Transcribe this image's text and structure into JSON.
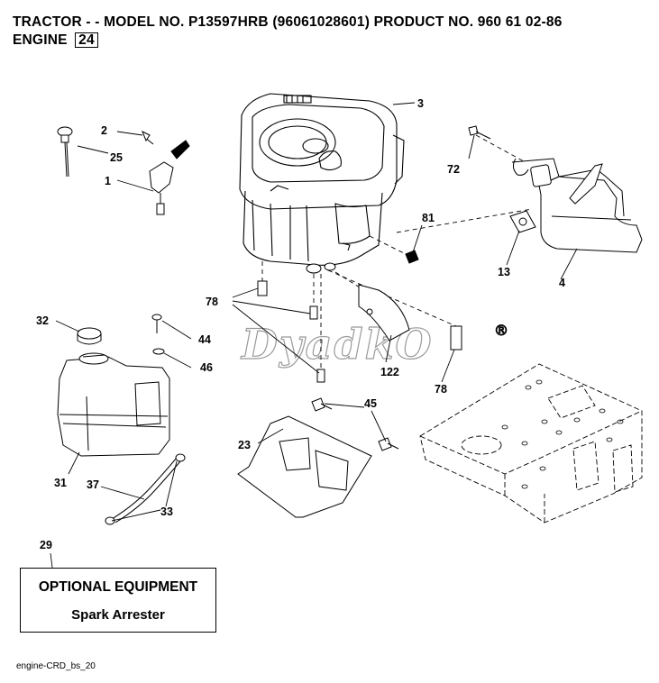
{
  "header": {
    "title_line1": "TRACTOR - - MODEL NO. P13597HRB (96061028601) PRODUCT NO. 960 61 02-86",
    "title_line2_prefix": "ENGINE",
    "title_line2_box": "24"
  },
  "callouts": {
    "c1": "1",
    "c2": "2",
    "c3": "3",
    "c4": "4",
    "c13": "13",
    "c23": "23",
    "c25": "25",
    "c29": "29",
    "c31": "31",
    "c32": "32",
    "c33": "33",
    "c37": "37",
    "c44": "44",
    "c45": "45",
    "c46": "46",
    "c72": "72",
    "c78a": "78",
    "c78b": "78",
    "c81": "81",
    "c122": "122"
  },
  "optional_box": {
    "title": "OPTIONAL EQUIPMENT",
    "subtitle": "Spark Arrester"
  },
  "watermark": {
    "text": "DyadkO",
    "mark": "®"
  },
  "footer": {
    "code": "engine-CRD_bs_20"
  }
}
